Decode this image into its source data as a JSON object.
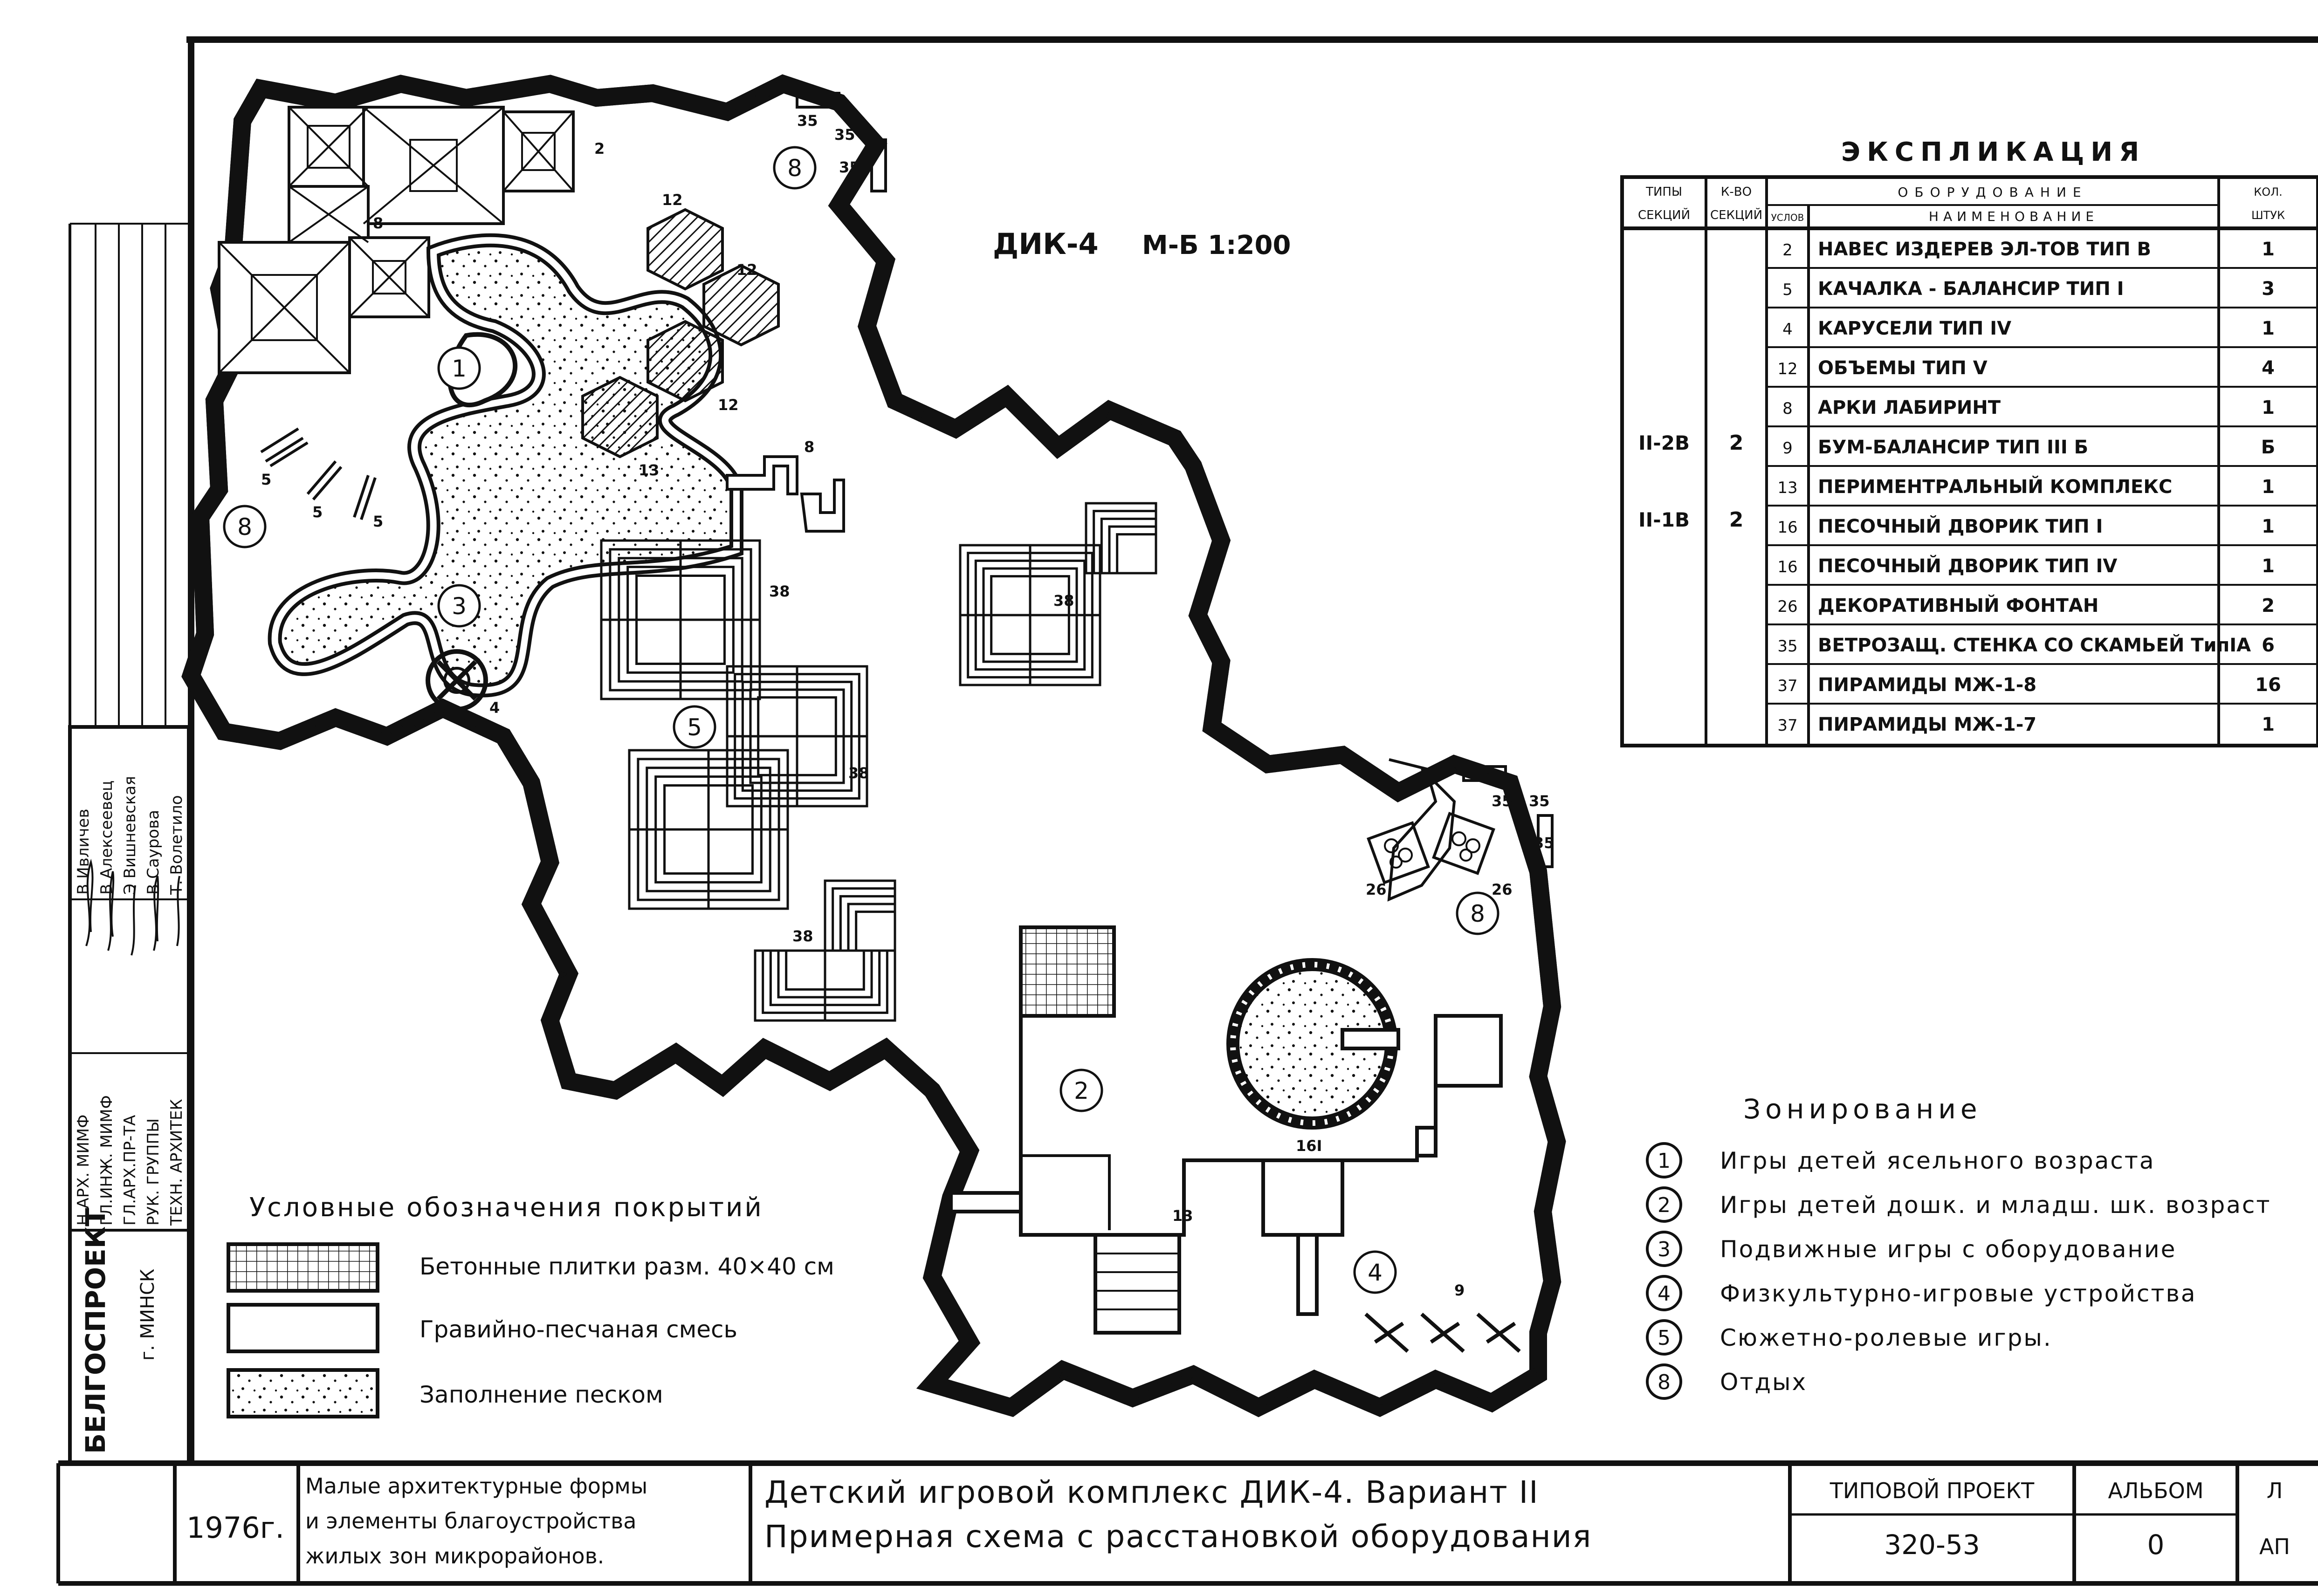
{
  "plan": {
    "title": "ДИК-4",
    "scale": "М-Б 1:200",
    "zone_markers": [
      "1",
      "2",
      "3",
      "4",
      "5",
      "8"
    ],
    "equipment_tags": [
      "2",
      "8",
      "12",
      "13",
      "5",
      "4",
      "35",
      "38",
      "9",
      "26",
      "16I"
    ]
  },
  "explication": {
    "title": "ЭКСПЛИКАЦИЯ",
    "header": {
      "types": [
        "ТИПЫ",
        "СЕКЦИЙ"
      ],
      "count": [
        "К-ВО",
        "СЕКЦИЙ"
      ],
      "equipment": "ОБОРУДОВАНИЕ",
      "mark": "УСЛОВ",
      "name": "НАИМЕНОВАНИЕ",
      "qty": [
        "КОЛ.",
        "ШТУК"
      ]
    },
    "section_types": [
      "II-2В",
      "II-1В"
    ],
    "section_counts": [
      "2",
      "2"
    ],
    "rows": [
      {
        "mark": "2",
        "name": "НАВЕС ИЗДЕРЕВ ЭЛ-ТОВ   ТИП В",
        "qty": "1"
      },
      {
        "mark": "5",
        "name": "КАЧАЛКА - БАЛАНСИР   ТИП I",
        "qty": "3"
      },
      {
        "mark": "4",
        "name": "КАРУСЕЛИ   ТИП IV",
        "qty": "1"
      },
      {
        "mark": "12",
        "name": "ОБЪЕМЫ   ТИП V",
        "qty": "4"
      },
      {
        "mark": "8",
        "name": "АРКИ ЛАБИРИНТ",
        "qty": "1"
      },
      {
        "mark": "9",
        "name": "БУМ-БАЛАНСИР   ТИП III Б",
        "qty": "Б"
      },
      {
        "mark": "13",
        "name": "ПЕРИМЕНТРАЛЬНЫЙ КОМПЛЕКС",
        "qty": "1"
      },
      {
        "mark": "16",
        "name": "ПЕСОЧНЫЙ ДВОРИК   ТИП I",
        "qty": "1"
      },
      {
        "mark": "16",
        "name": "ПЕСОЧНЫЙ ДВОРИК   ТИП IV",
        "qty": "1"
      },
      {
        "mark": "26",
        "name": "ДЕКОРАТИВНЫЙ ФОНТАН",
        "qty": "2"
      },
      {
        "mark": "35",
        "name": "ВЕТРОЗАЩ. СТЕНКА СО СКАМЬЕЙ ТипIA",
        "qty": "6"
      },
      {
        "mark": "37",
        "name": "ПИРАМИДЫ   МЖ-1-8",
        "qty": "16"
      },
      {
        "mark": "37",
        "name": "ПИРАМИДЫ   МЖ-1-7",
        "qty": "1"
      }
    ]
  },
  "zoning": {
    "title": "Зонирование",
    "items": [
      {
        "num": "1",
        "label": "Игры детей ясельного возраста"
      },
      {
        "num": "2",
        "label": "Игры детей дошк. и младш. шк. возраст"
      },
      {
        "num": "3",
        "label": "Подвижные игры с оборудование"
      },
      {
        "num": "4",
        "label": "Физкультурно-игровые устройства"
      },
      {
        "num": "5",
        "label": "Сюжетно-ролевые игры."
      },
      {
        "num": "8",
        "label": "Отдых"
      }
    ]
  },
  "legend": {
    "title": "Условные обозначения покрытий",
    "items": [
      {
        "label": "Бетонные плитки разм. 40×40 см",
        "pattern": "grid"
      },
      {
        "label": "Гравийно-песчаная смесь",
        "pattern": "blank"
      },
      {
        "label": "Заполнение песком",
        "pattern": "dots"
      }
    ]
  },
  "side_stamp": {
    "org": "БЕЛГОСПРОЕКТ",
    "city": "г. МИНСК",
    "roles": [
      "Н.АРХ. МИМФ",
      "ГЛ.ИНЖ. МИМФ",
      "ГЛ.АРХ.ПР-ТА",
      "РУК. ГРУППЫ",
      "ТЕХН. АРХИТЕК"
    ],
    "names": [
      "В Ивличев",
      "В Алексеевец",
      "Э Вишневская",
      "В Саурова",
      "Т. Волетило"
    ]
  },
  "title_block": {
    "year": "1976г.",
    "album_title": [
      "Малые архитектурные формы",
      "и элементы благоустройства",
      "жилых зон микрорайонов."
    ],
    "drawing_title_1": "Детский игровой комплекс ДИК-4. Вариант II",
    "drawing_title_2": "Примерная схема с расстановкой оборудования",
    "project_label": "ТИПОВОЙ ПРОЕКТ",
    "project_number": "320-53",
    "album_label": "АЛЬБОМ",
    "album_number": "0",
    "sheet_label": "Л",
    "sheet_value": "АП"
  }
}
